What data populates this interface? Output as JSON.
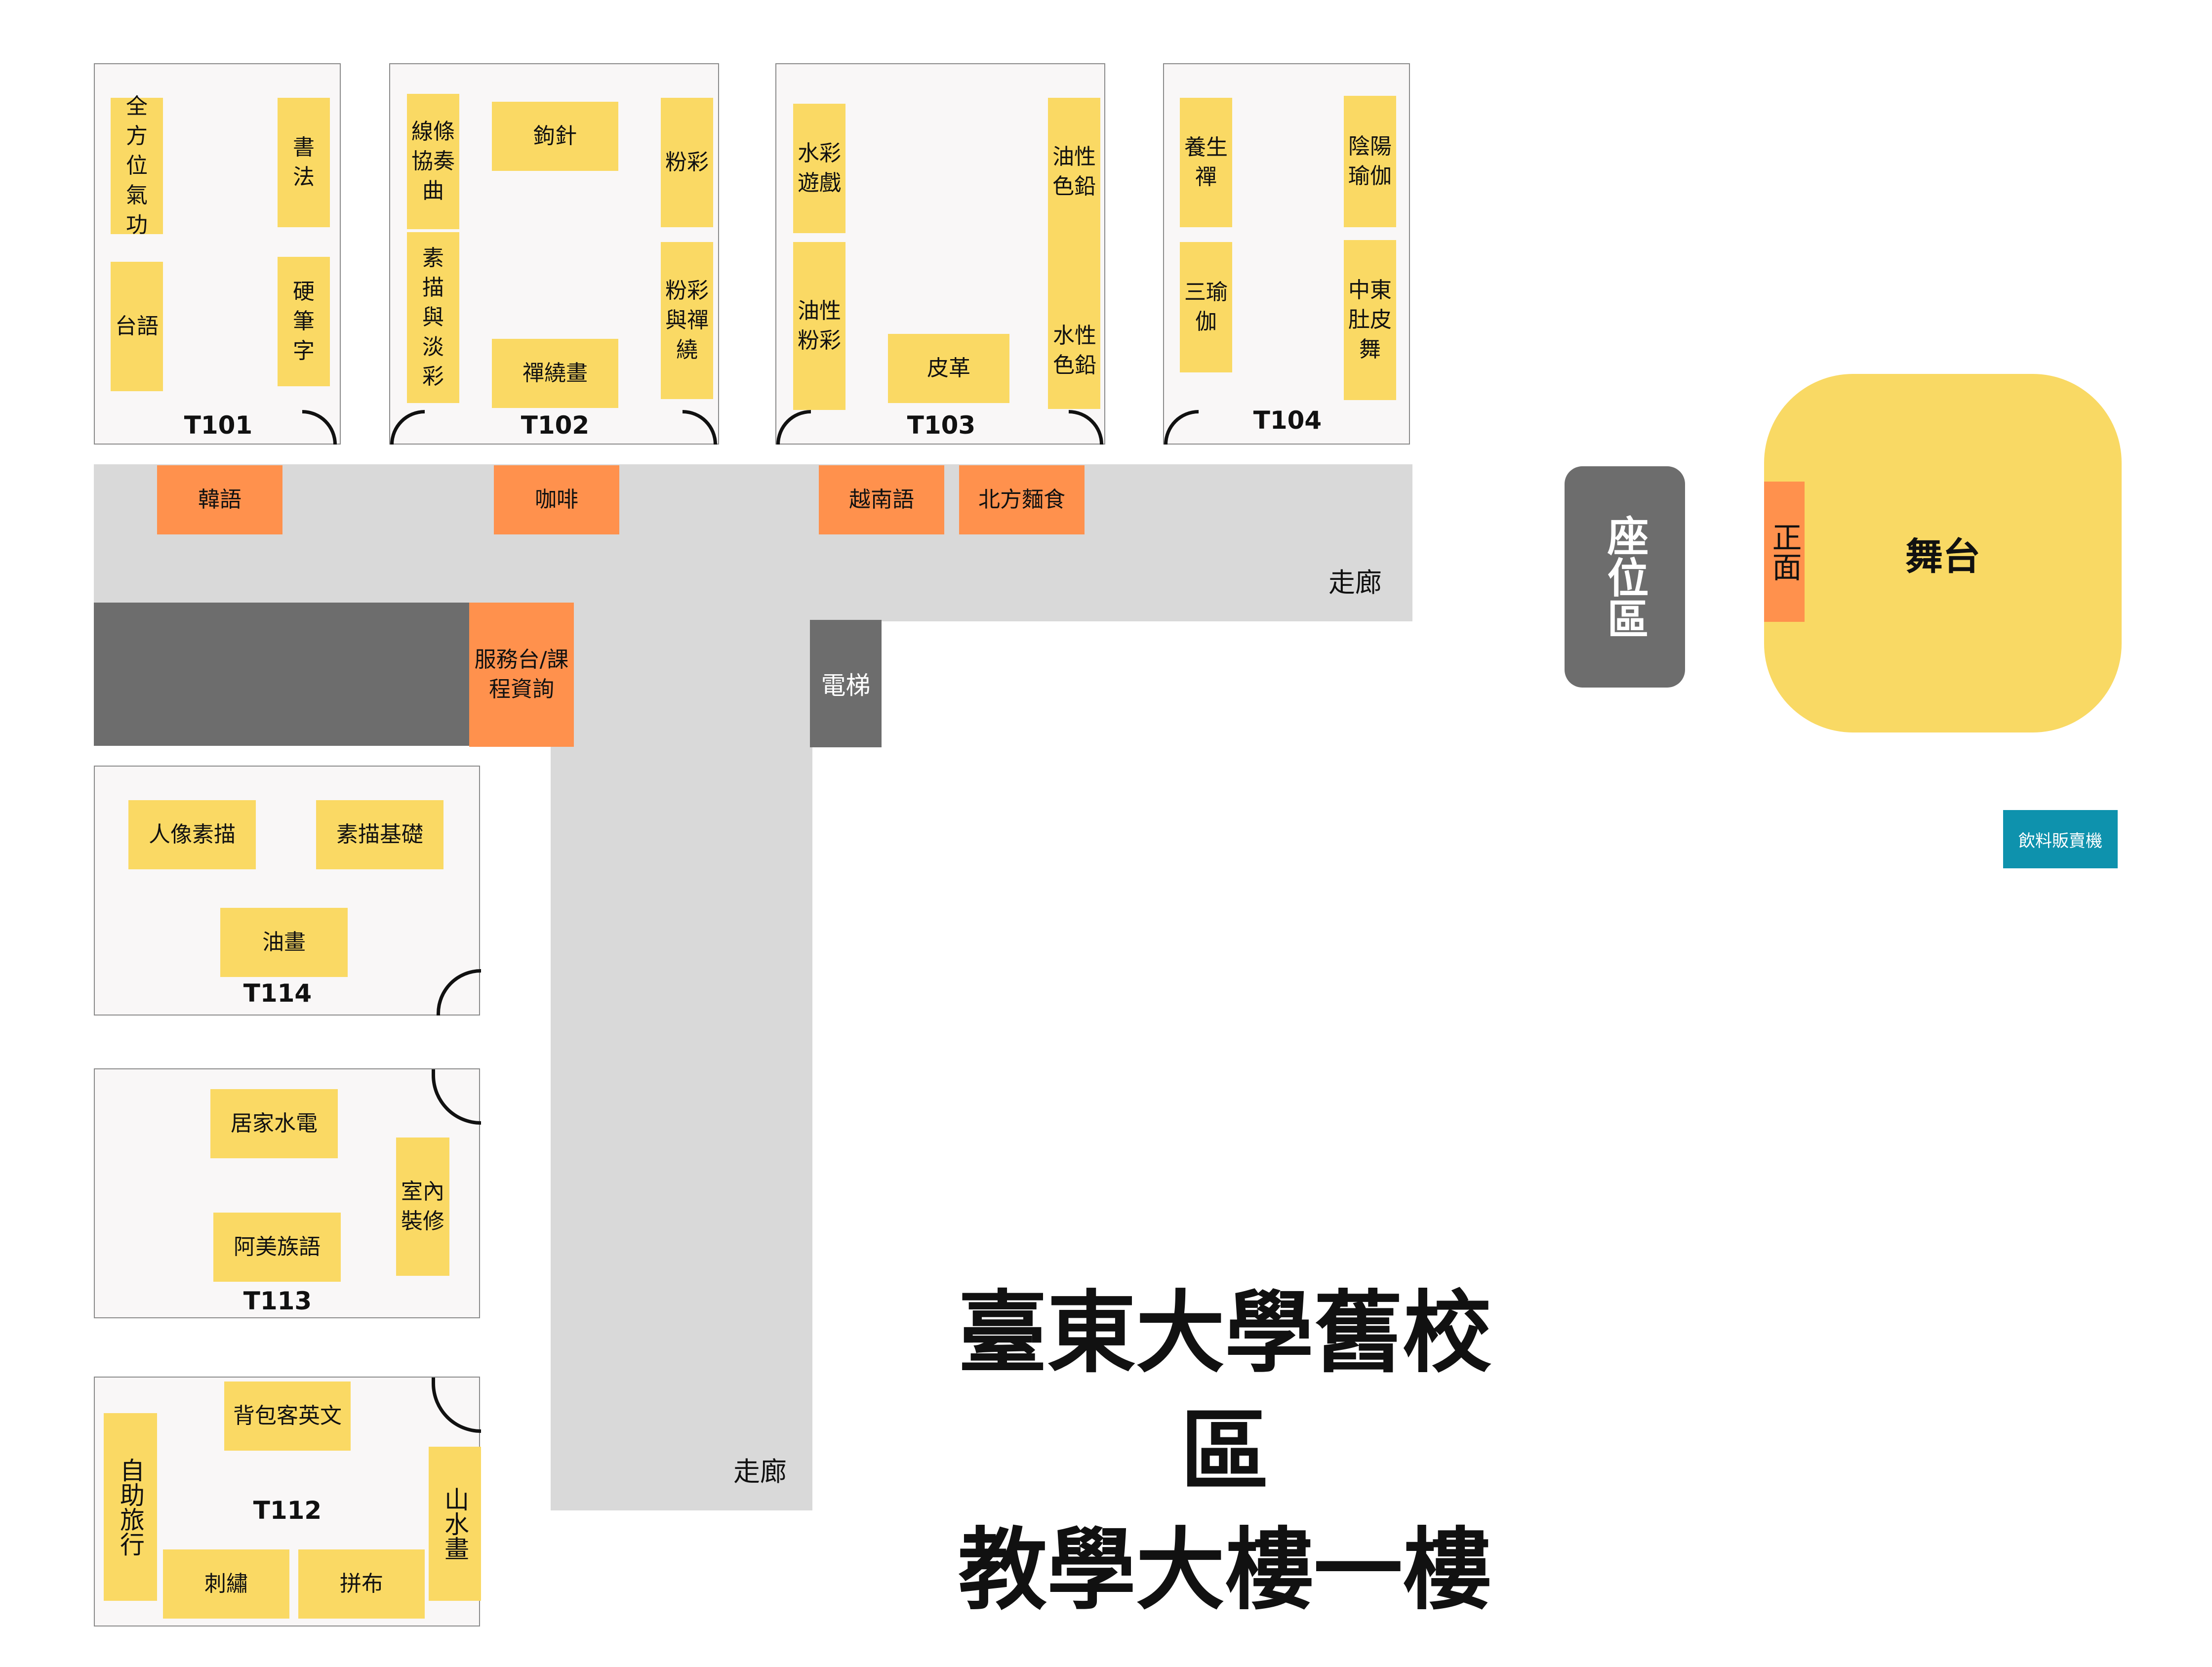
{
  "title": [
    "臺東大學舊校區",
    "教學大樓一樓"
  ],
  "corridor_labels": [
    "走廊",
    "走廊"
  ],
  "rooms": {
    "T101": {
      "name": "T101",
      "items": [
        "全方位氣功",
        "書法",
        "台語",
        "硬筆字"
      ]
    },
    "T102": {
      "name": "T102",
      "items": [
        "線條協奏曲",
        "鉤針",
        "粉彩",
        "素描與淡彩",
        "粉彩與禪繞",
        "禪繞畫"
      ]
    },
    "T103": {
      "name": "T103",
      "items": [
        "水彩遊戲",
        "油性色鉛",
        "油性粉彩",
        "皮革",
        "水性色鉛"
      ]
    },
    "T104": {
      "name": "T104",
      "items": [
        "養生禪",
        "陰陽瑜伽",
        "三瑜伽",
        "中東肚皮舞"
      ]
    },
    "T114": {
      "name": "T114",
      "items": [
        "人像素描",
        "素描基礎",
        "油畫"
      ]
    },
    "T113": {
      "name": "T113",
      "items": [
        "居家水電",
        "室內裝修",
        "阿美族語"
      ]
    },
    "T112": {
      "name": "T112",
      "items": [
        "背包客英文",
        "自助旅行",
        "山水畫",
        "刺繡",
        "拼布"
      ]
    }
  },
  "hallway_booths": [
    "韓語",
    "咖啡",
    "越南語",
    "北方麵食"
  ],
  "service_desk": "服務台/課程資詢",
  "elevator": "電梯",
  "seating": "座位區",
  "stage": "舞台",
  "stage_front": "正面",
  "vending": "飲料販賣機",
  "colors": {
    "course_note": "#fad964",
    "booth": "#ff914d",
    "corridor": "#d9d9d9",
    "dark_block": "#6d6d6d",
    "stage": "#f9d964",
    "vending": "#0e92ad"
  }
}
